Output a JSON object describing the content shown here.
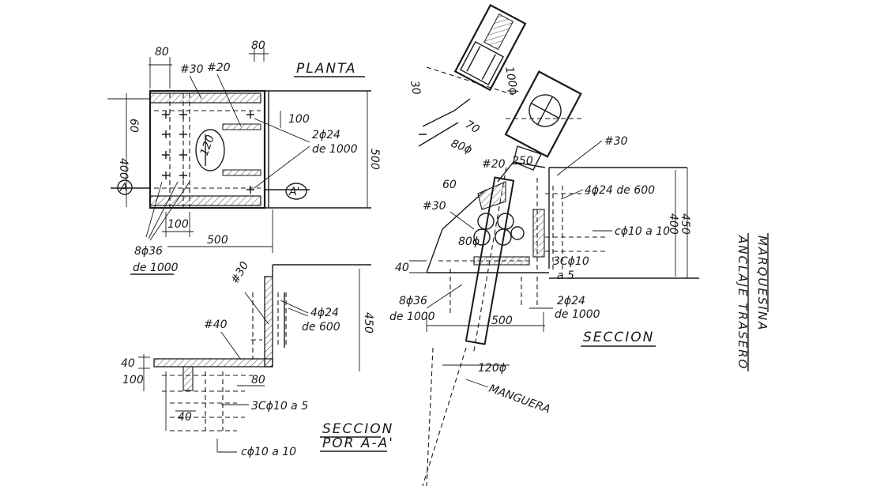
{
  "titles": {
    "planta": "PLANTA",
    "seccion_aa_line1": "SECCION",
    "seccion_aa_line2": "POR A-A'",
    "seccion": "SECCION",
    "side_line1": "MARQUESINA",
    "side_line2": "ANCLAJE TRASERO"
  },
  "planta": {
    "dim_80_left": "80",
    "dim_80_right": "80",
    "plate_30": "#30",
    "plate_20": "#20",
    "dim_400": "400",
    "dim_60": "60",
    "dim_100": "100",
    "dim_120": "120",
    "bars_2x24_line1": "2ϕ24",
    "bars_2x24_line2": "de 1000",
    "dim_500_right": "500",
    "marker_a": "A",
    "marker_a_prime": "A'",
    "dim_100_bottom": "100",
    "dim_500_bottom": "500",
    "bars_8x36_line1": "8ϕ36",
    "bars_8x36_line2": "de 1000"
  },
  "seccion_aa": {
    "plate_30": "#30",
    "plate_40": "#40",
    "bars_4x24_line1": "4ϕ24",
    "bars_4x24_line2": "de 600",
    "dim_450": "450",
    "dim_40": "40",
    "dim_100": "100",
    "dim_80": "80",
    "stirrups_3c": "3Cϕ10 a 5",
    "dim_40_low": "40",
    "stirrup_c": "cϕ10 a 10"
  },
  "seccion": {
    "dim_30": "30",
    "dim_70": "70",
    "dim_100d": "100ϕ",
    "dim_80d": "80ϕ",
    "plate_30": "#30",
    "plate_20": "#20",
    "dim_250": "250",
    "dim_60": "60",
    "plate_30_left": "#30",
    "bars_4x24": "4ϕ24 de 600",
    "stirrup_c": "cϕ10 a 10",
    "dim_400": "400",
    "dim_450": "450",
    "dim_80d_low": "80ϕ",
    "dim_40": "40",
    "stirrups_3c_line1": "3Cϕ10",
    "stirrups_3c_line2": "a 5",
    "bars_8x36_line1": "8ϕ36",
    "bars_8x36_line2": "de 1000",
    "bars_2x24_line1": "2ϕ24",
    "bars_2x24_line2": "de 1000",
    "dim_500": "500",
    "dim_120d": "120ϕ",
    "manguera": "MANGUERA"
  }
}
